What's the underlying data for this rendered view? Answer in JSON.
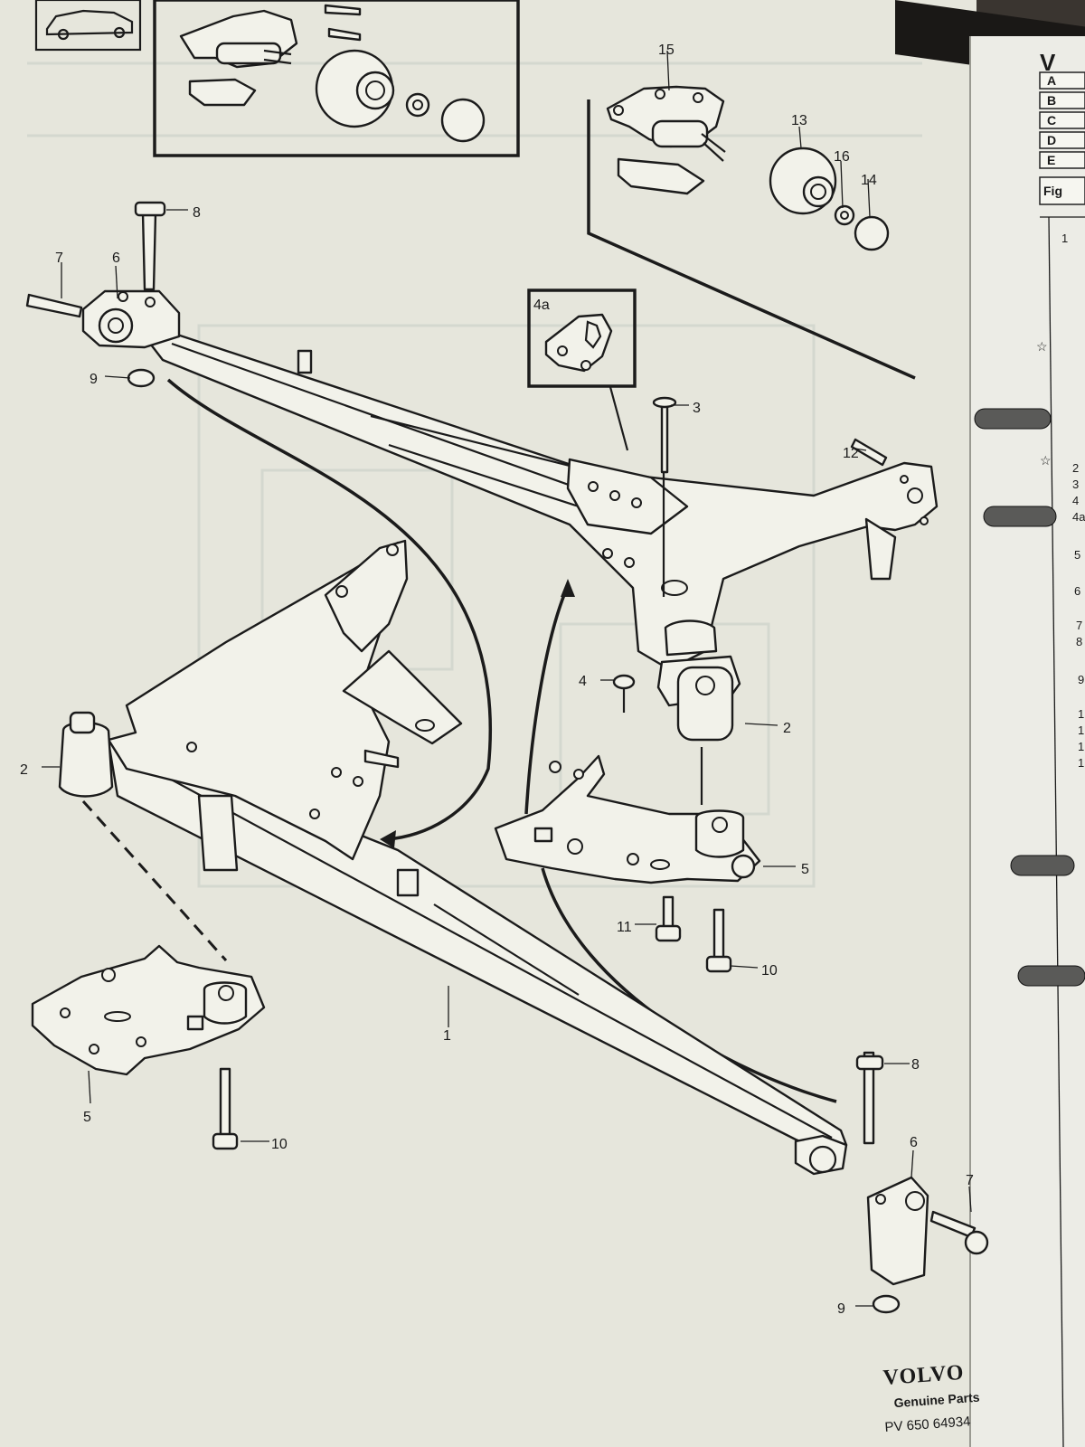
{
  "callouts": {
    "c1": "1",
    "c2a": "2",
    "c2b": "2",
    "c3": "3",
    "c4": "4",
    "c4a": "4a",
    "c5a": "5",
    "c5b": "5",
    "c6a": "6",
    "c6b": "6",
    "c7a": "7",
    "c7b": "7",
    "c8a": "8",
    "c8b": "8",
    "c9a": "9",
    "c9b": "9",
    "c10a": "10",
    "c10b": "10",
    "c11": "11",
    "c12": "12",
    "c13": "13",
    "c14": "14",
    "c15": "15",
    "c16": "16"
  },
  "index_tabs": [
    "A",
    "B",
    "C",
    "D",
    "E",
    "Fig"
  ],
  "right_page_fragments": [
    "V",
    "1",
    "2",
    "3",
    "4",
    "4a",
    "5",
    "6",
    "7",
    "8",
    "9",
    "1",
    "1",
    "1",
    "1"
  ],
  "footer": {
    "brand": "VOLVO",
    "tagline": "Genuine Parts",
    "part_number": "PV 650 64934"
  },
  "colors": {
    "paper": "#e6e6dc",
    "ink": "#1b1b1b",
    "binder": "#1a1816"
  }
}
